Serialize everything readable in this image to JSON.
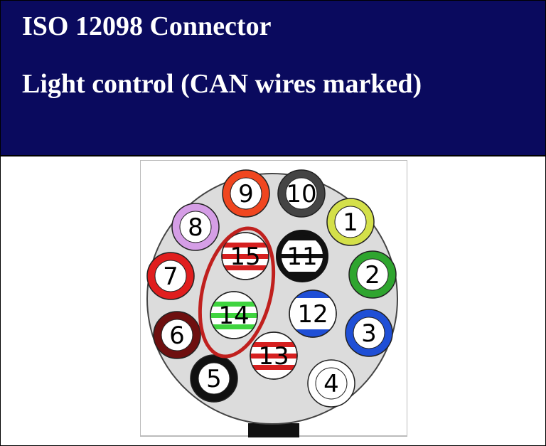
{
  "header": {
    "title": "ISO 12098 Connector",
    "subtitle": "Light control (CAN wires marked)"
  },
  "colors": {
    "header_bg": "#0a0a5e",
    "connector_body": "#dcdcdc",
    "can_marker": "#b22222"
  },
  "pins": [
    {
      "label": "1",
      "style": "ring",
      "color": "#d4e04a"
    },
    {
      "label": "2",
      "style": "ring",
      "color": "#2fa52f"
    },
    {
      "label": "3",
      "style": "ring",
      "color": "#1f4fd6"
    },
    {
      "label": "4",
      "style": "ring",
      "color": "#ffffff"
    },
    {
      "label": "5",
      "style": "ring",
      "color": "#111111"
    },
    {
      "label": "6",
      "style": "ring",
      "color": "#6e0f0f"
    },
    {
      "label": "7",
      "style": "ring",
      "color": "#e01e1e"
    },
    {
      "label": "8",
      "style": "ring",
      "color": "#d59ee6"
    },
    {
      "label": "9",
      "style": "ring",
      "color": "#f0461f"
    },
    {
      "label": "10",
      "style": "ring",
      "color": "#444444"
    },
    {
      "label": "11",
      "style": "band",
      "color": "#111111"
    },
    {
      "label": "12",
      "style": "band",
      "color": "#1f4fd6"
    },
    {
      "label": "13",
      "style": "stripe",
      "color": "#d62020"
    },
    {
      "label": "14",
      "style": "stripe",
      "color": "#3fd43f"
    },
    {
      "label": "15",
      "style": "stripe",
      "color": "#d62020"
    }
  ]
}
